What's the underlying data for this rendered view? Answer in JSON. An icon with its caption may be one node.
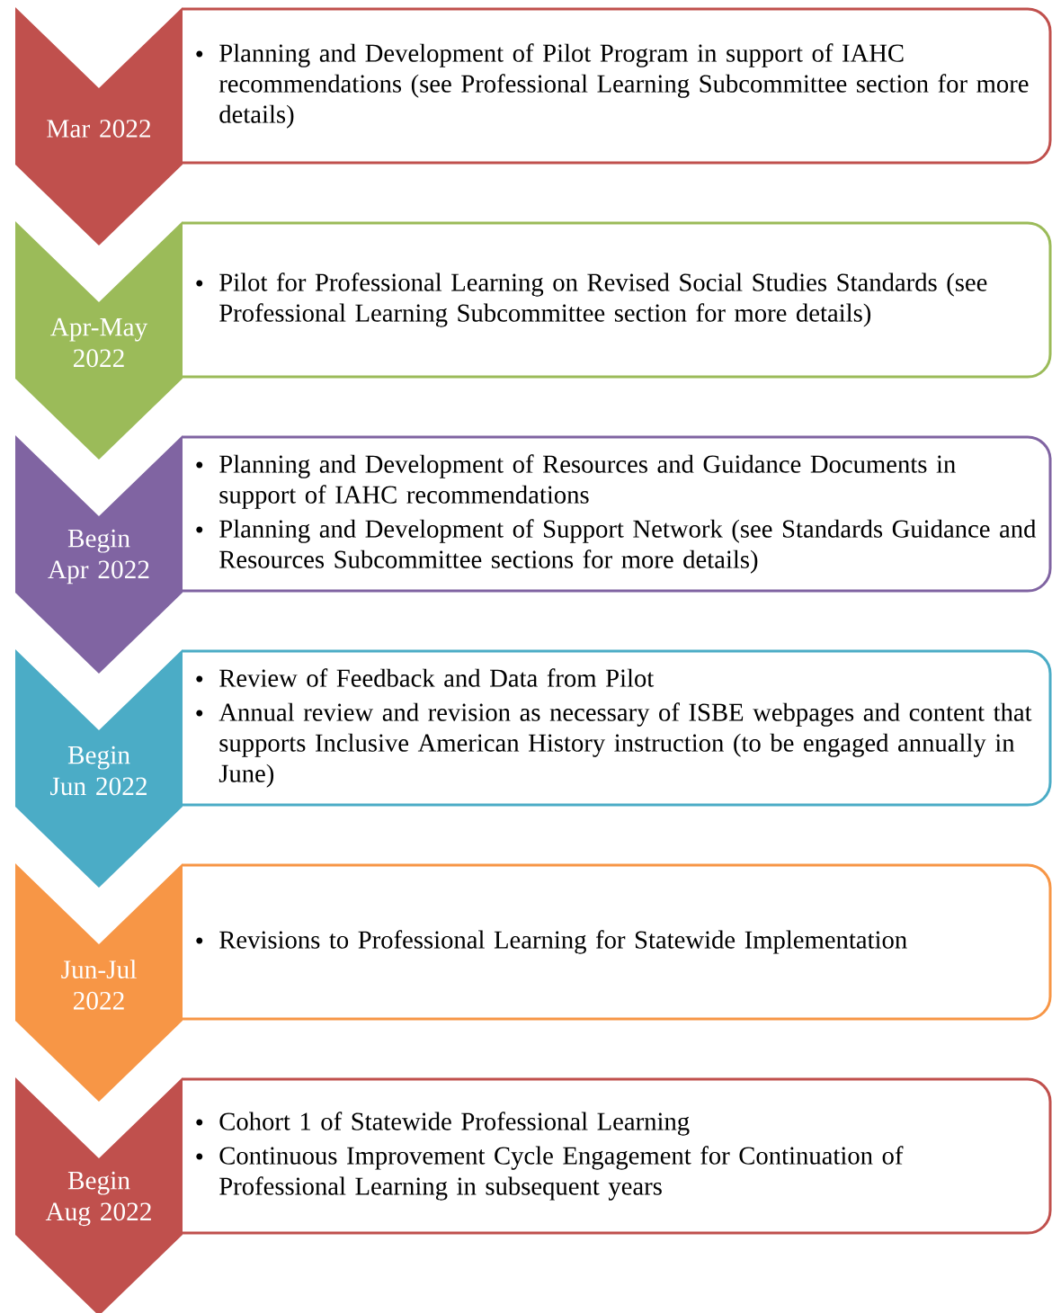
{
  "diagram": {
    "nodes": [
      {
        "text": [
          "Mar 2022"
        ]
      },
      {
        "text": [
          "Planning and Development of Pilot Program in support of IAHC recommendations (see Professional Learning Subcommittee section for more details)"
        ]
      },
      {
        "text": [
          "Apr-May 2022"
        ]
      },
      {
        "text": [
          "Pilot for Professional Learning on Revised Social Studies Standards (see Professional Learning Subcommittee section for more details)"
        ]
      },
      {
        "text": [
          "Begin Apr 2022"
        ]
      },
      {
        "text": [
          "Planning and Development of Resources and Guidance Documents in support of IAHC recommendations",
          "Planning and Development of Support Network (see Standards Guidance and Resources Subcommittee sections for more details)"
        ]
      },
      {
        "text": [
          "Begin Jun 2022"
        ]
      },
      {
        "text": [
          "Review of Feedback and Data from Pilot",
          "Annual review and revision as necessary of ISBE webpages and content that supports Inclusive American History instruction (to be engaged annually in June)"
        ]
      },
      {
        "text": [
          "Jun-Jul 2022"
        ]
      },
      {
        "text": [
          "Revisions to Professional Learning for Statewide Implementation"
        ]
      },
      {
        "text": [
          "Begin Aug 2022"
        ]
      },
      {
        "text": [
          "Cohort 1 of Statewide Professional Learning",
          "Continuous Improvement Cycle Engagement for Continuation of Professional Learning in subsequent years"
        ]
      }
    ]
  }
}
